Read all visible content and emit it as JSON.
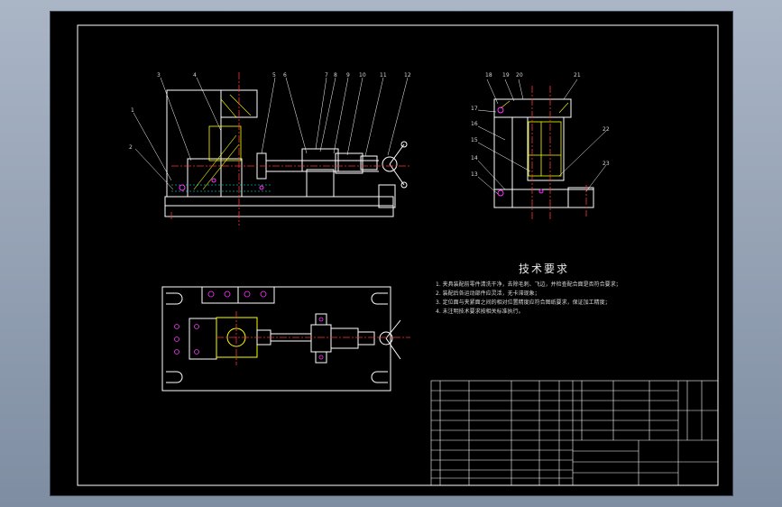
{
  "drawing": {
    "tech_requirements_title": "技术要求",
    "notes": [
      "1. 夹具装配前零件清洗干净，去除毛刺、飞边，并检查配合面是否符合要求；",
      "2. 装配后各运动部件应灵活，无卡滞现象；",
      "3. 定位面与夹紧面之间的相对位置精度应符合图纸要求，保证加工精度；",
      "4. 未注明技术要求按相关标准执行。"
    ],
    "part_numbers_front": [
      "1",
      "2",
      "3",
      "4",
      "5",
      "6",
      "7",
      "8",
      "9",
      "10",
      "11",
      "12"
    ],
    "part_numbers_side": [
      "13",
      "14",
      "15",
      "16",
      "17",
      "18",
      "19",
      "20",
      "21",
      "22",
      "23"
    ],
    "colors": {
      "sheet_bg": "#000000",
      "outline": "#ffffff",
      "center_line": "#ff3333",
      "hidden": "#00ffff",
      "hatch": "#ffff00",
      "magenta": "#ff33ff"
    }
  }
}
